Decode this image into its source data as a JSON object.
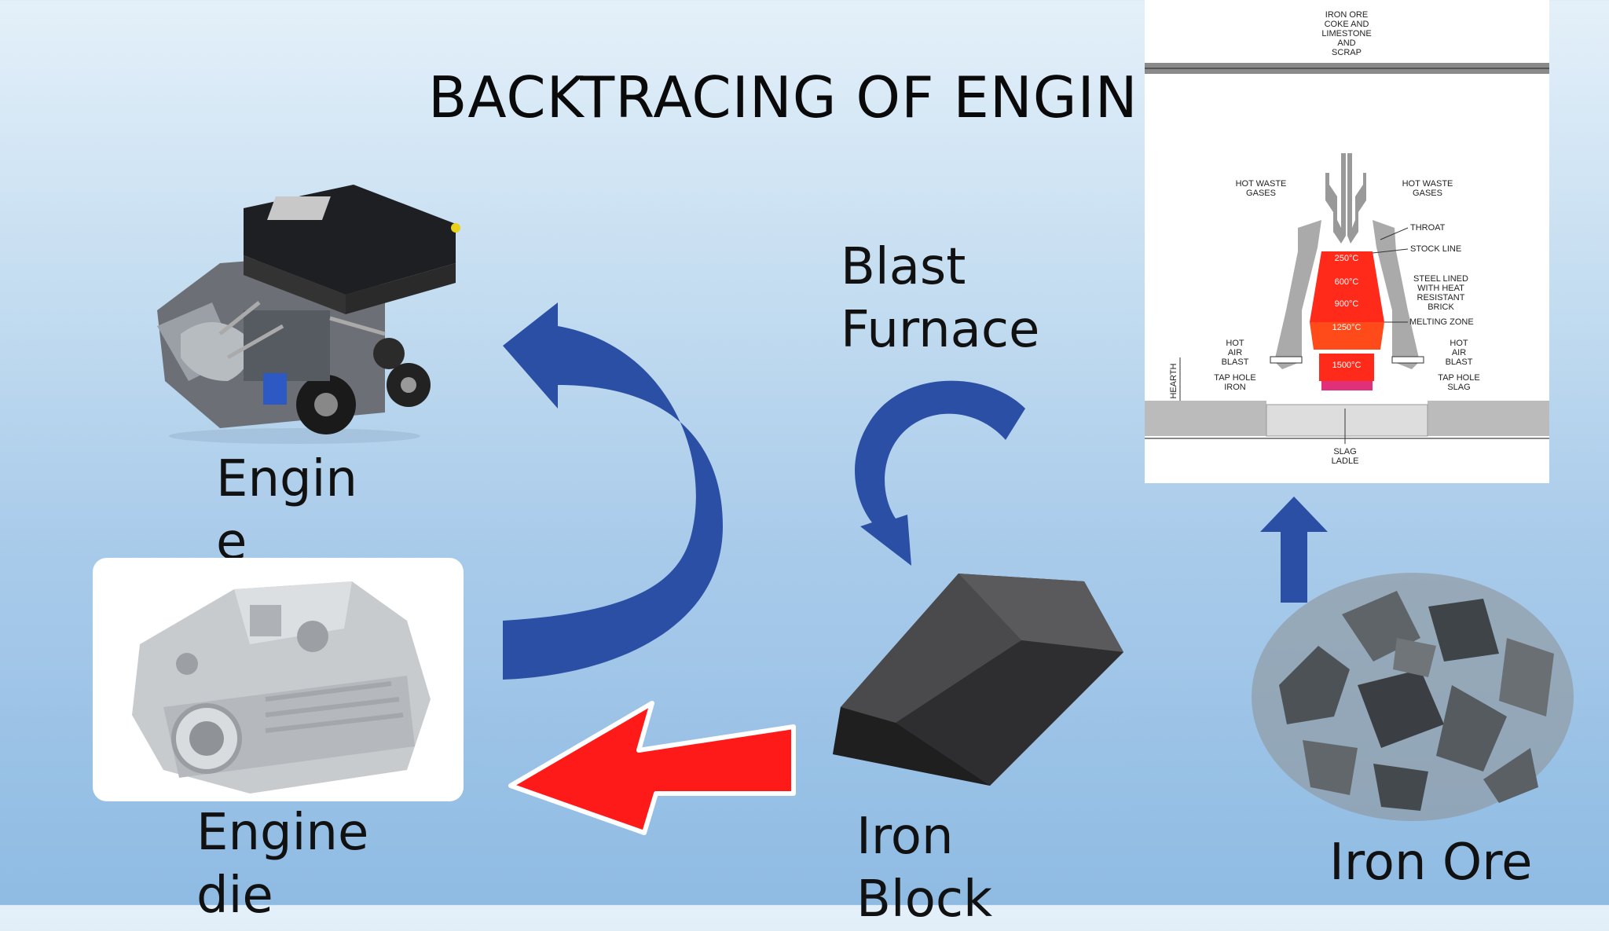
{
  "slide": {
    "title": "BACKTRACING OF ENGIN",
    "labels": {
      "engine": "Engine",
      "engine_die": "Engine die",
      "blast_furnace": "Blast Furnace",
      "iron_block": "Iron Block",
      "iron_ore": "Iron Ore"
    }
  },
  "furnace_diagram": {
    "top_text": [
      "IRON ORE",
      "COKE AND",
      "LIMESTONE",
      "AND",
      "SCRAP"
    ],
    "hot_waste_left": [
      "HOT WASTE",
      "GASES"
    ],
    "hot_waste_right": [
      "HOT WASTE",
      "GASES"
    ],
    "throat": "THROAT",
    "stock_line": "STOCK LINE",
    "steel_lined": [
      "STEEL LINED",
      "WITH HEAT",
      "RESISTANT",
      "BRICK"
    ],
    "melting_zone": "MELTING ZONE",
    "hot_air_left": [
      "HOT",
      "AIR",
      "BLAST"
    ],
    "hot_air_right": [
      "HOT",
      "AIR",
      "BLAST"
    ],
    "tap_hole_iron": [
      "TAP HOLE",
      "IRON"
    ],
    "tap_hole_slag": [
      "TAP HOLE",
      "SLAG"
    ],
    "hearth": "HEARTH",
    "slag_ladle": [
      "SLAG",
      "LADLE"
    ],
    "temperatures": [
      "250°C",
      "600°C",
      "900°C",
      "1250°C",
      "1500°C"
    ]
  },
  "colors": {
    "blue_arrow": "#2a4fa5",
    "red_arrow": "#ff1a1a",
    "furnace_red": "#ff2a1a"
  }
}
